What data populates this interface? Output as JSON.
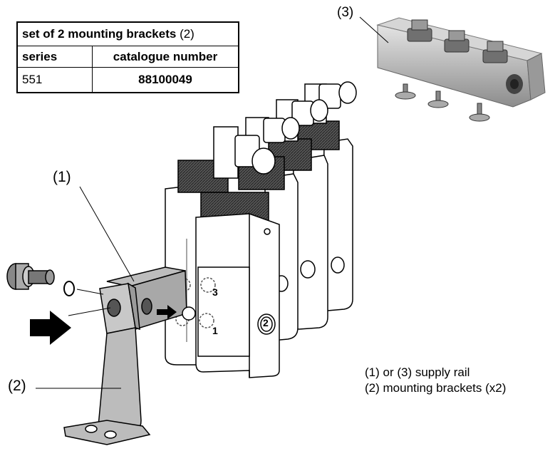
{
  "table": {
    "title_bold": "set of 2 mounting brackets",
    "title_suffix": "(2)",
    "headers": [
      "series",
      "catalogue number"
    ],
    "rows": [
      [
        "551",
        "88100049"
      ]
    ]
  },
  "labels": {
    "rail_1": "(1)",
    "rail_3": "(3)",
    "bracket_2": "(2)",
    "port_3": "3",
    "port_1": "1",
    "port_2": "2"
  },
  "legend": [
    "(1) or (3) supply rail",
    "(2) mounting brackets (x2)"
  ]
}
